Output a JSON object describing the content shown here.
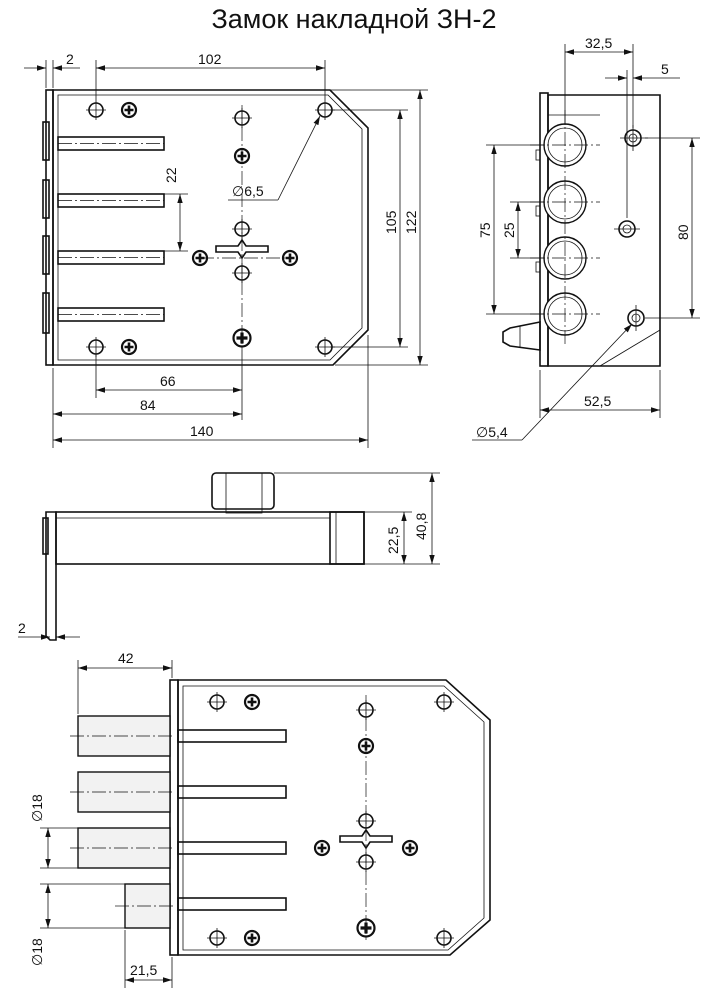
{
  "title": "Замок накладной ЗН-2",
  "dims": {
    "plate_thickness_top": "2",
    "width_to_hole": "102",
    "bolt_pitch": "22",
    "hole_diameter": "∅6,5",
    "height_holes": "105",
    "height_total": "122",
    "dist_66": "66",
    "dist_84": "84",
    "width_total": "140",
    "side_32_5": "32,5",
    "side_5": "5",
    "side_75": "75",
    "side_25": "25",
    "side_80": "80",
    "side_52_5": "52,5",
    "side_hole": "∅5,4",
    "height_22_5": "22,5",
    "height_40_8": "40,8",
    "plate_thickness_bottom": "2",
    "bolt_out_42": "42",
    "bolt_d1": "∅18",
    "bolt_d2": "∅18",
    "latch_21_5": "21,5"
  }
}
